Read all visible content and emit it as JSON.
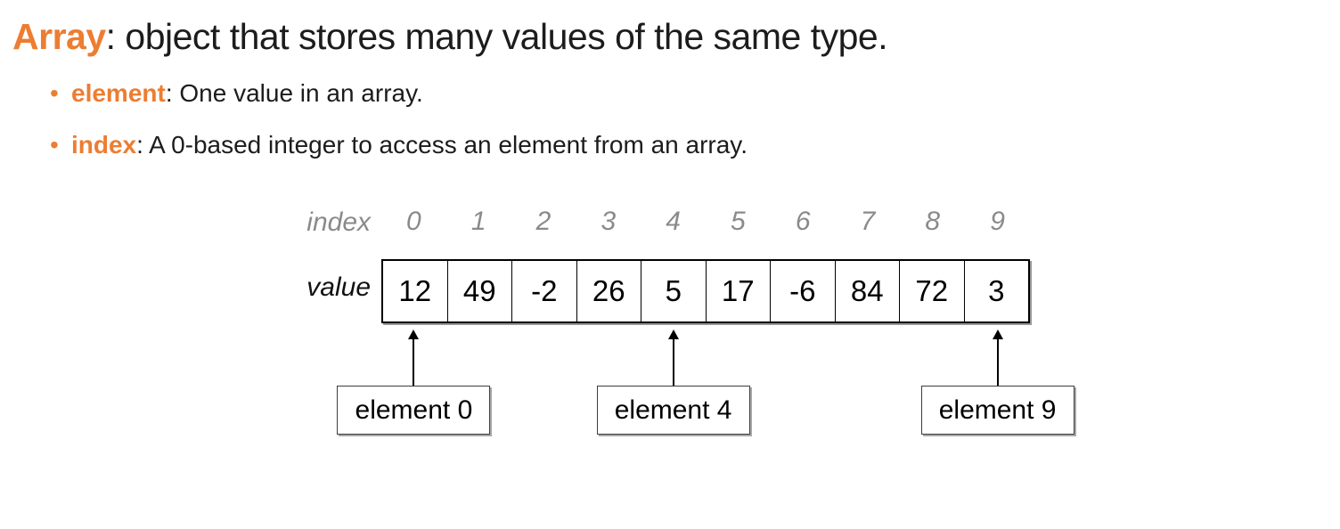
{
  "slide": {
    "title": {
      "term": "Array",
      "rest": ": object that stores many values of the same type."
    },
    "bullets": [
      {
        "marker": "•",
        "term": "element",
        "rest": ": One value in an array."
      },
      {
        "marker": "•",
        "term": "index",
        "rest": ": A 0-based integer to access an element from an array."
      }
    ]
  },
  "diagram": {
    "index_label": "index",
    "value_label": "value",
    "indices": [
      "0",
      "1",
      "2",
      "3",
      "4",
      "5",
      "6",
      "7",
      "8",
      "9"
    ],
    "values": [
      "12",
      "49",
      "-2",
      "26",
      "5",
      "17",
      "-6",
      "84",
      "72",
      "3"
    ],
    "callouts": [
      {
        "label": "element 0",
        "cell": 0
      },
      {
        "label": "element 4",
        "cell": 4
      },
      {
        "label": "element 9",
        "cell": 9
      }
    ]
  },
  "colors": {
    "accent_orange": "#ED7D31",
    "index_gray": "#8A8A8A",
    "text_black": "#1C1C1C",
    "border_black": "#000000"
  }
}
